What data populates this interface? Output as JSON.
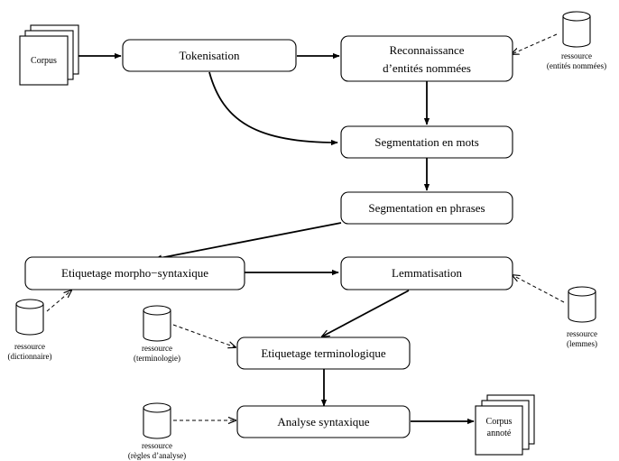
{
  "diagram": {
    "processes": {
      "tokenisation": "Tokenisation",
      "ner_line1": "Reconnaissance",
      "ner_line2": "d’entités nommées",
      "seg_mots": "Segmentation en mots",
      "seg_phrases": "Segmentation en phrases",
      "etiq_morpho": "Etiquetage morpho−syntaxique",
      "lemmatisation": "Lemmatisation",
      "etiq_termino": "Etiquetage terminologique",
      "analyse_syntaxique": "Analyse syntaxique"
    },
    "documents": {
      "corpus_in": "Corpus",
      "corpus_out_line1": "Corpus",
      "corpus_out_line2": "annoté"
    },
    "resources": {
      "ner": {
        "line1": "ressource",
        "line2": "(entités nommées)"
      },
      "dictionnaire": {
        "line1": "ressource",
        "line2": "(dictionnaire)"
      },
      "terminologie": {
        "line1": "ressource",
        "line2": "(terminologie)"
      },
      "lemmes": {
        "line1": "ressource",
        "line2": "(lemmes)"
      },
      "regles": {
        "line1": "ressource",
        "line2": "(règles d’analyse)"
      }
    }
  }
}
